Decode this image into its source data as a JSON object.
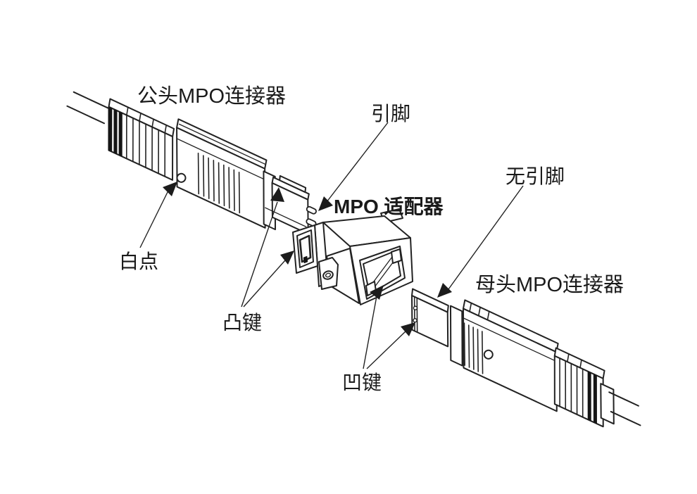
{
  "diagram": {
    "labels": {
      "male_connector": "公头MPO连接器",
      "pin": "引脚",
      "adapter": "MPO 适配器",
      "no_pin": "无引脚",
      "female_connector": "母头MPO连接器",
      "white_dot": "白点",
      "convex_key": "凸键",
      "concave_key": "凹键"
    },
    "colors": {
      "background": "#ffffff",
      "line": "#222222",
      "text": "#1a1a1a",
      "dark_band": "#151515"
    }
  }
}
